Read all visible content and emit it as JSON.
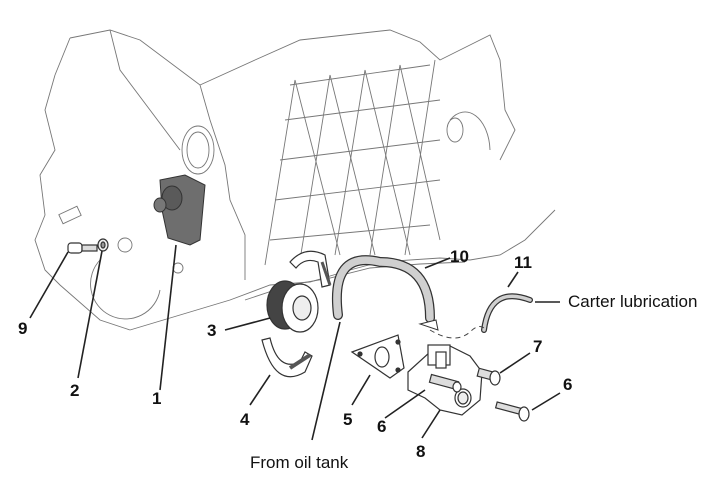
{
  "diagram": {
    "kind": "exploded-parts-view",
    "subject": "Oil pump assembly on engine crankcase",
    "callouts": [
      {
        "id": "1",
        "label": "1",
        "part": "pump-cover"
      },
      {
        "id": "2",
        "label": "2",
        "part": "washer"
      },
      {
        "id": "3",
        "label": "3",
        "part": "pulley"
      },
      {
        "id": "4",
        "label": "4",
        "part": "drive-belt"
      },
      {
        "id": "5",
        "label": "5",
        "part": "gasket"
      },
      {
        "id": "6a",
        "label": "6",
        "part": "screw"
      },
      {
        "id": "6b",
        "label": "6",
        "part": "screw"
      },
      {
        "id": "7",
        "label": "7",
        "part": "screw"
      },
      {
        "id": "8",
        "label": "8",
        "part": "oil-pump"
      },
      {
        "id": "9",
        "label": "9",
        "part": "bolt"
      },
      {
        "id": "10",
        "label": "10",
        "part": "inlet-hose"
      },
      {
        "id": "11",
        "label": "11",
        "part": "outlet-hose"
      }
    ],
    "captions": {
      "carter": "Carter lubrication",
      "oil_tank": "From oil tank"
    },
    "colors": {
      "line": "#222222",
      "hose": "#d0d0d0",
      "cover": "#6e6e6e",
      "background": "#ffffff"
    }
  }
}
